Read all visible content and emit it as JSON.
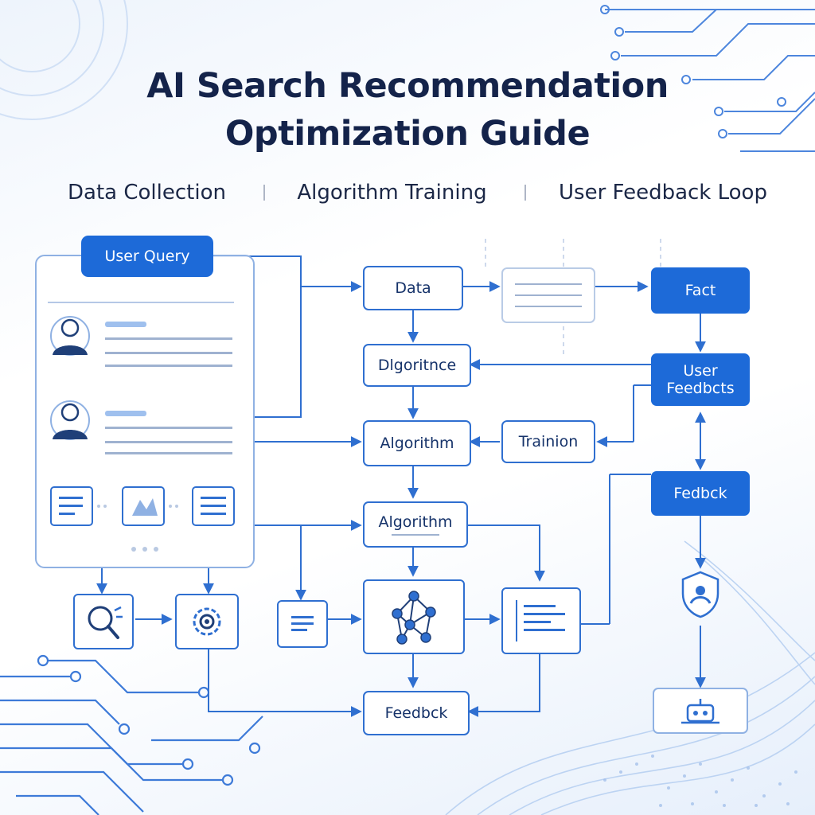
{
  "title": {
    "line1": "AI Search Recommendation",
    "line2": "Optimization Guide"
  },
  "subtitle": {
    "items": [
      "Data Collection",
      "Algorithm Training",
      "User Feedback Loop"
    ]
  },
  "query_panel": {
    "label": "User Query"
  },
  "nodes": {
    "data": "Data",
    "algorithm_1": "Dlgoritnce",
    "algorithm_2": "Algorithm",
    "training": "Trainion",
    "algorithm_3": "Algorithm",
    "fact": "Fact",
    "user_feedback_line1": "User",
    "user_feedback_line2": "Feedbcts",
    "feedback_right": "Fedbck",
    "feedback_bottom": "Feedbck"
  },
  "colors": {
    "accent": "#1d6ad8",
    "line": "#2f6fd0",
    "title": "#14234a"
  },
  "icons": [
    "avatar-icon",
    "document-icon",
    "image-icon",
    "list-icon",
    "search-icon",
    "settings-gear-icon",
    "network-icon",
    "shield-icon",
    "robot-icon",
    "circuit-decoration"
  ]
}
